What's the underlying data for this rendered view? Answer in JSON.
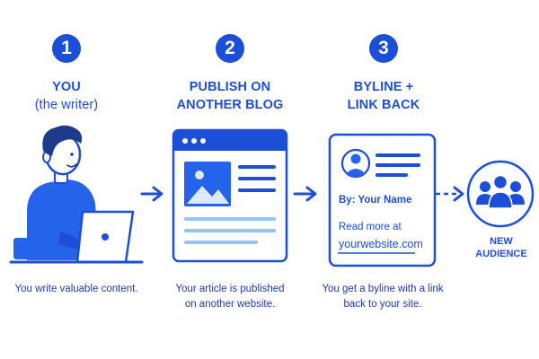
{
  "colors": {
    "primary": "#1d4ed8",
    "accent": "#2563eb",
    "light": "#93c5fd",
    "text": "#1f3aa8"
  },
  "steps": [
    {
      "number": "1",
      "title": "YOU",
      "subtitle": "(the writer)",
      "caption": [
        "You write valuable content."
      ]
    },
    {
      "number": "2",
      "title": "PUBLISH ON",
      "title2": "ANOTHER BLOG",
      "caption": [
        "Your article is published",
        "on another website."
      ]
    },
    {
      "number": "3",
      "title": "BYLINE +",
      "title2": "LINK BACK",
      "caption": [
        "You get a byline with a link",
        "back to your site."
      ]
    }
  ],
  "byline_card": {
    "byline": "By: Your Name",
    "read_more": "Read more at",
    "link": "yourwebsite.com"
  },
  "audience": {
    "label_line1": "NEW",
    "label_line2": "AUDIENCE"
  },
  "icons": [
    "writer-illustration",
    "browser-window-icon",
    "image-icon",
    "user-avatar-icon",
    "group-icon",
    "arrow-right-icon"
  ]
}
